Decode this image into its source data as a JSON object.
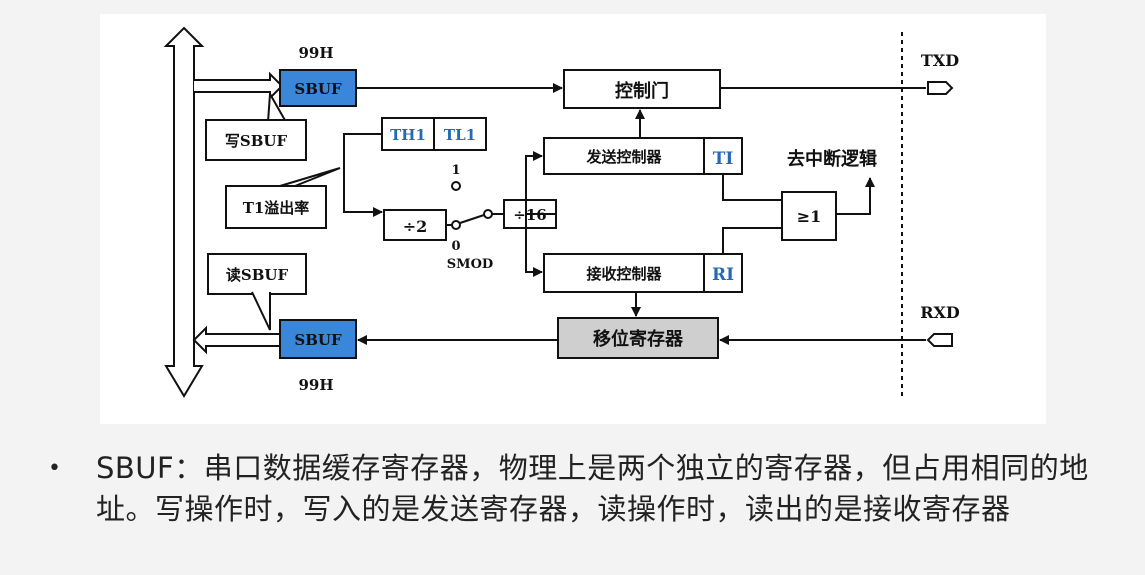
{
  "diagram": {
    "addr_top": "99H",
    "addr_bottom": "99H",
    "sbuf_top": "SBUF",
    "sbuf_bottom": "SBUF",
    "write_sbuf": "写SBUF",
    "read_sbuf": "读SBUF",
    "t1_overflow": "T1溢出率",
    "th1": "TH1",
    "tl1": "TL1",
    "div2": "÷2",
    "div16": "÷16",
    "switch_1": "1",
    "switch_0": "0",
    "smod": "SMOD",
    "control_gate": "控制门",
    "tx_controller": "发送控制器",
    "rx_controller": "接收控制器",
    "ti": "TI",
    "ri": "RI",
    "or_gate": "≥1",
    "interrupt": "去中断逻辑",
    "shift_register": "移位寄存器",
    "txd": "TXD",
    "rxd": "RXD",
    "colors": {
      "sbuf_fill": "#3a86d8",
      "shift_fill": "#cfcfcf",
      "flag_text": "#2468b8"
    }
  },
  "caption": {
    "bullet": "•",
    "text": "SBUF：串口数据缓存寄存器，物理上是两个独立的寄存器，但占用相同的地址。写操作时，写入的是发送寄存器，读操作时，读出的是接收寄存器"
  }
}
